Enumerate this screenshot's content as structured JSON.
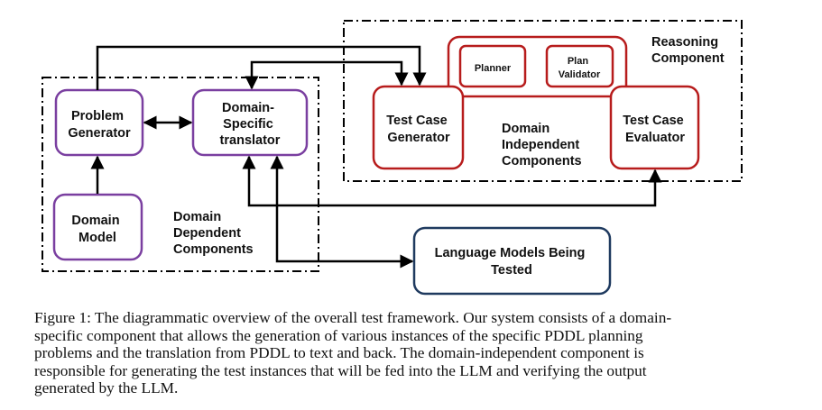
{
  "diagram": {
    "regions": {
      "domain_dependent": [
        "Domain",
        "Dependent",
        "Components"
      ],
      "domain_independent": [
        "Domain",
        "Independent",
        "Components"
      ],
      "reasoning": [
        "Reasoning",
        "Component"
      ]
    },
    "nodes": {
      "problem_generator": [
        "Problem",
        "Generator"
      ],
      "domain_translator": [
        "Domain-",
        "Specific",
        "translator"
      ],
      "domain_model": [
        "Domain",
        "Model"
      ],
      "test_case_generator": [
        "Test Case",
        "Generator"
      ],
      "test_case_evaluator": [
        "Test Case",
        "Evaluator"
      ],
      "planner": [
        "Planner"
      ],
      "plan_validator": [
        "Plan",
        "Validator"
      ],
      "language_models": [
        "Language Models Being",
        "Tested"
      ]
    },
    "colors": {
      "purple": "#7a3fa0",
      "red": "#b71c1c",
      "navy": "#1f3a5f",
      "black": "#000000"
    }
  },
  "caption": {
    "lines": [
      "Figure 1: The diagrammatic overview of the overall test framework. Our system consists of a domain-",
      "specific component that allows the generation of various instances of the specific PDDL planning",
      "problems and the translation from PDDL to text and back. The domain-independent component is",
      "responsible for generating the test instances that will be fed into the LLM and verifying the output",
      "generated by the LLM."
    ]
  }
}
